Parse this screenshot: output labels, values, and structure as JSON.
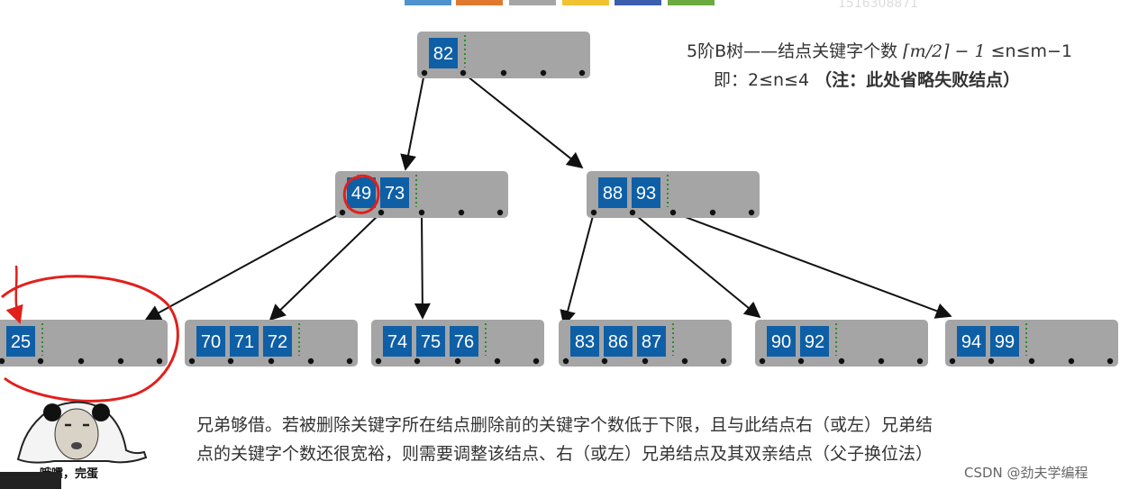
{
  "watermark": "1516308871",
  "top_bar_colors": [
    "#4f93ce",
    "#e0792f",
    "#a5a5a5",
    "#f1c232",
    "#3b5fad",
    "#6aaa3e"
  ],
  "annotation": {
    "line1_pre": "5阶B树——结点关键字个数",
    "line1_formula": "⌈m/2⌉ − 1",
    "line1_post": "≤n≤m−1",
    "line2": "即：2≤n≤4",
    "line2_note": "（注：此处省略失败结点）"
  },
  "description": {
    "line1": "兄弟够借。若被删除关键字所在结点删除前的关键字个数低于下限，且与此结点右（或左）兄弟结",
    "line2": "点的关键字个数还很宽裕，则需要调整该结点、右（或左）兄弟结点及其双亲结点（父子换位法）"
  },
  "credit": "CSDN @劲夫学编程",
  "meme_caption": "哦嚯，完蛋",
  "colors": {
    "node_fill": "#a5a5a5",
    "key_fill": "#0e5fa6",
    "key_text": "#ffffff",
    "divider": "#2e8b2e",
    "highlight": "#e0201c"
  },
  "tree": {
    "root": {
      "keys": [
        "82"
      ]
    },
    "level1": [
      {
        "keys": [
          "49",
          "73"
        ]
      },
      {
        "keys": [
          "88",
          "93"
        ]
      }
    ],
    "leaves": [
      {
        "keys": [
          "25"
        ]
      },
      {
        "keys": [
          "70",
          "71",
          "72"
        ]
      },
      {
        "keys": [
          "74",
          "75",
          "76"
        ]
      },
      {
        "keys": [
          "83",
          "86",
          "87"
        ]
      },
      {
        "keys": [
          "90",
          "92"
        ]
      },
      {
        "keys": [
          "94",
          "99"
        ]
      }
    ]
  },
  "highlighted_key": "49",
  "highlighted_leaf": "25"
}
